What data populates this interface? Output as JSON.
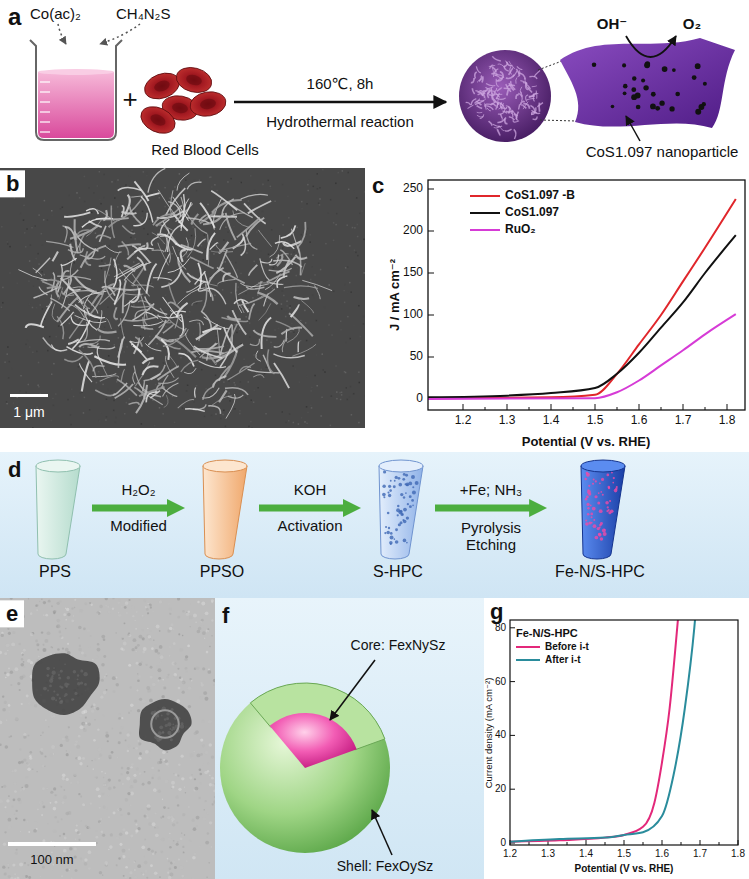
{
  "diagram": {
    "nodes": [
      {
        "text": [
          "PPS"
        ]
      },
      {
        "text": [
          "PPSO"
        ]
      },
      {
        "text": [
          "S-HPC"
        ]
      },
      {
        "text": [
          "Fe-N/S-HPC"
        ]
      }
    ],
    "edges": [
      {
        "from": 0,
        "to": 1,
        "label": "H₂O₂",
        "arrow": "to"
      },
      {
        "from": 1,
        "to": 2,
        "label": "KOH",
        "arrow": "to"
      },
      {
        "from": 2,
        "to": 3,
        "label": "+Fe; NH₃",
        "arrow": "to"
      }
    ],
    "labels": [
      "a",
      "Co(ac)₂",
      "CH₄N₂S",
      "Red Blood Cells",
      "160℃, 8h",
      "Hydrothermal reaction",
      "OH⁻",
      "O₂",
      "CoS1.097 nanoparticle",
      "b",
      "1 μm",
      "c",
      "J / mA cm⁻²",
      "Potential (V vs. RHE)",
      "0",
      "50",
      "100",
      "150",
      "200",
      "250",
      "1.2",
      "1.3",
      "1.4",
      "1.5",
      "1.6",
      "1.7",
      "1.8",
      "d",
      "Modified",
      "Activation",
      "Pyrolysis Etching",
      "e",
      "100 nm",
      "f",
      "Core: FexNySz",
      "Shell: FexOySz",
      "g",
      "Fe-N/S-HPC",
      "Current density (mA cm⁻²)",
      "Potential (V vs. RHE)",
      "0",
      "20",
      "40",
      "60",
      "80",
      "1.2",
      "1.3",
      "1.4",
      "1.5",
      "1.6",
      "1.7",
      "1.8",
      "+"
    ],
    "legend": [
      {
        "text": "CoS1.097 -B"
      },
      {
        "text": "CoS1.097"
      },
      {
        "text": "RuO₂"
      },
      {
        "text": "Before i-t"
      },
      {
        "text": "After i-t"
      }
    ]
  }
}
